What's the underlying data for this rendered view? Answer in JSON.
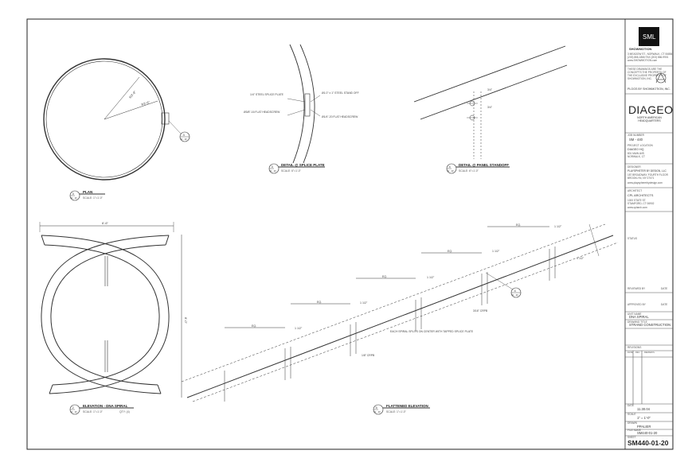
{
  "titleblock": {
    "logo_text": "SML",
    "company": "SHOWMOTION",
    "address_lines": [
      "3 MEADOW ST., NORWALK, CT 06854",
      "(203) 866-1866  FAX (203) 866-9901",
      "www.SHOWMOTION.com"
    ],
    "notice_lines": [
      "THESE DRAWINGS ARE THE",
      "CONCEPTS THE PROPERTY OF",
      "THE EXCLUSIVE PROPERTY OF",
      "SHOWMOTION, INC."
    ],
    "made_by": "PLOGS BY SHOWMOTION, INC.",
    "client_name": "DIAGEO",
    "client_sub": [
      "NORTH AMERICAN",
      "HEADQUARTERS"
    ],
    "job_number_label": "JOB NUMBER",
    "job_number": "SM - 440",
    "project_label": "PROJECT LOCATION",
    "project_lines": [
      "DIAGEO HQ",
      "801 MAIN AVE.",
      "NORWALK, CT"
    ],
    "designer_label": "DESIGNER",
    "designer_lines": [
      "PLAYSPHETER BY DESIGN, LLC",
      "187 BROADWAY, FOURTH FLOOR",
      "BROOKLYN, NY 07071",
      "www.playsphererbydesign.com"
    ],
    "architect_label": "ARCHITECT",
    "architect_lines": [
      "CPL ARCHITECTS",
      "1000 STATE ST.",
      "STAMFORD, CT 06902",
      "www.cplarch.com"
    ],
    "status_label": "STATUS",
    "reviewed_label": "REVIEWED BY",
    "date_label": "DATE",
    "approved_label": "APPROVED BY",
    "unit_name_label": "UNIT NAME",
    "unit_name": "DNA SPIRAL",
    "drawing_title_label": "DRAWING TITLE",
    "drawing_title": "STRAND CONSTRUCTION",
    "revisions_label": "REVISIONS",
    "rev_headers": [
      "DATE",
      "REV",
      "REMARKS"
    ],
    "date_field_label": "DATE",
    "date": "11.30.04",
    "scale_field_label": "SCALE",
    "scale": "1\" = 1'-0\"",
    "drawn_label": "DRAWN",
    "drawn": "PPALIER",
    "file_label": "FILE NAME",
    "file_name": "SM440-01-20",
    "sheet_label": "SHEET",
    "sheet_number": "SM440-01-20"
  },
  "views": {
    "plan": {
      "title": "PLAN",
      "scale": "SCALE: 1\"=1'-0\"",
      "marker": "3",
      "marker_sheet": "01 - 20"
    },
    "splice": {
      "title": "DETAIL @ SPLICE PLATE",
      "scale": "SCALE: 6\"=1'-0\"",
      "marker": "3",
      "marker_sheet": "01 - 20"
    },
    "standoff": {
      "title": "DETAIL @ PANEL STANDOFF",
      "scale": "SCALE: 6\"=1'-0\"",
      "marker": "4",
      "marker_sheet": "01 - 20"
    },
    "elevation": {
      "title": "ELEVATION - DNA SPIRAL",
      "scale": "SCALE: 1\"=1'-0\"",
      "qty": "QTY: (4)",
      "marker": "2",
      "marker_sheet": "01 - 20"
    },
    "flattened": {
      "title": "FLATTENED ELEVATION",
      "scale": "SCALE: 1\"=1'-0\"",
      "marker": "5",
      "marker_sheet": "01 - 20"
    }
  },
  "callouts": {
    "plan_r1": "R3'-9\"",
    "plan_r2": "R3'-6\"",
    "plan_detail_marker": "3",
    "plan_detail_sheet": "01 - 20",
    "splice_plate": "1/4\" STEEL SPLICE PLATE",
    "splice_screw": "Ø3/8\"-16 FLAT HEADSCREW",
    "standoff_spec": "Ø1.0\" x 1\" STEEL STAND OFF",
    "standoff_screw": "Ø1/4\"-20 FLAT HEADSCREW",
    "standoff_dim": "3/4\"",
    "elev_width": "6'-6\"",
    "elev_height": "8'-0\"",
    "eq": "EQ.",
    "one_half": "1 1/2\"",
    "crpb_18": "1/8\" CRPB",
    "crpb_316": "3/16\" CRPB",
    "splice_note": "EACH SPIRAL SPLITS ON CENTER WITH TAPPED SPLICE PLATE",
    "flat_marker": "4",
    "flat_marker_sheet": "01 - 20"
  }
}
